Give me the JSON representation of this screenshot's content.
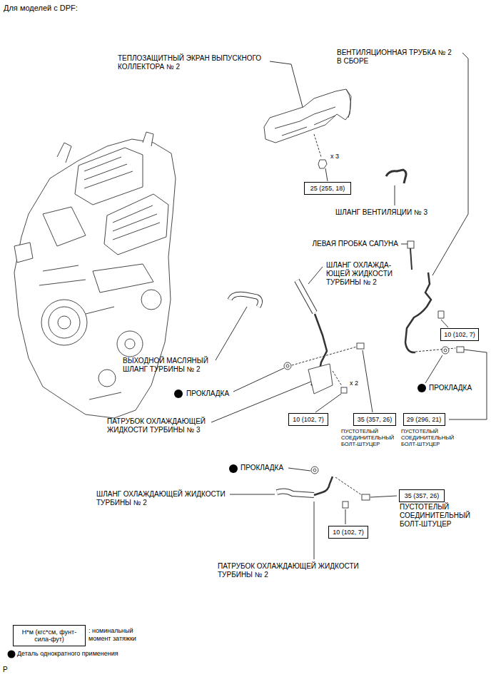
{
  "diagram": {
    "title": "Для моделей с DPF:",
    "nodes": [
      {
        "text": [
          "25 (255, 18)"
        ]
      },
      {
        "text": [
          "10 (102, 7)"
        ]
      },
      {
        "text": [
          "10 (102, 7)"
        ]
      },
      {
        "text": [
          "35 (357, 26)"
        ]
      },
      {
        "text": [
          "29 (296, 21)"
        ]
      },
      {
        "text": [
          "35 (357, 26)"
        ]
      },
      {
        "text": [
          "10 (102, 7)"
        ]
      },
      {
        "text": [
          "Н*м (кгс*см, фунт-сила-фут)"
        ]
      }
    ],
    "labels": [
      "ТЕПЛОЗАЩИТНЫЙ ЭКРАН ВЫПУСКНОГО КОЛЛЕКТОРА № 2",
      "ВЕНТИЛЯЦИОННАЯ ТРУБКА № 2 В СБОРЕ",
      "x 3",
      "ШЛАНГ ВЕНТИЛЯЦИИ № 3",
      "ЛЕВАЯ ПРОБКА САПУНА",
      "ШЛАНГ ОХЛАЖДА- ЮЩЕЙ ЖИДКОСТИ ТУРБИНЫ № 2",
      "ВЫХОДНОЙ МАСЛЯНЫЙ ШЛАНГ ТУРБИНЫ № 2",
      "ПРОКЛАДКА",
      "x 2",
      "ПРОКЛАДКА",
      "ПАТРУБОК ОХЛАЖДАЮЩЕЙ ЖИДКОСТИ ТУРБИНЫ № 3",
      "ПУСТОТЕЛЫЙ СОЕДИНИТЕЛЬНЫЙ БОЛТ-ШТУЦЕР",
      "ПУСТОТЕЛЫЙ СОЕДИНИТЕЛЬНЫЙ БОЛТ-ШТУЦЕР",
      "ПРОКЛАДКА",
      "ШЛАНГ ОХЛАЖДАЮЩЕЙ ЖИДКОСТИ ТУРБИНЫ № 2",
      "ПУСТОТЕЛЫЙ СОЕДИНИТЕЛЬНЫЙ БОЛТ-ШТУЦЕР",
      "ПАТРУБОК ОХЛАЖДАЮЩЕЙ ЖИДКОСТИ ТУРБИНЫ № 2",
      "P"
    ],
    "legend": [
      {
        "text": ": номинальный момент затяжки"
      },
      {
        "text": "Деталь однократного применения"
      }
    ]
  }
}
